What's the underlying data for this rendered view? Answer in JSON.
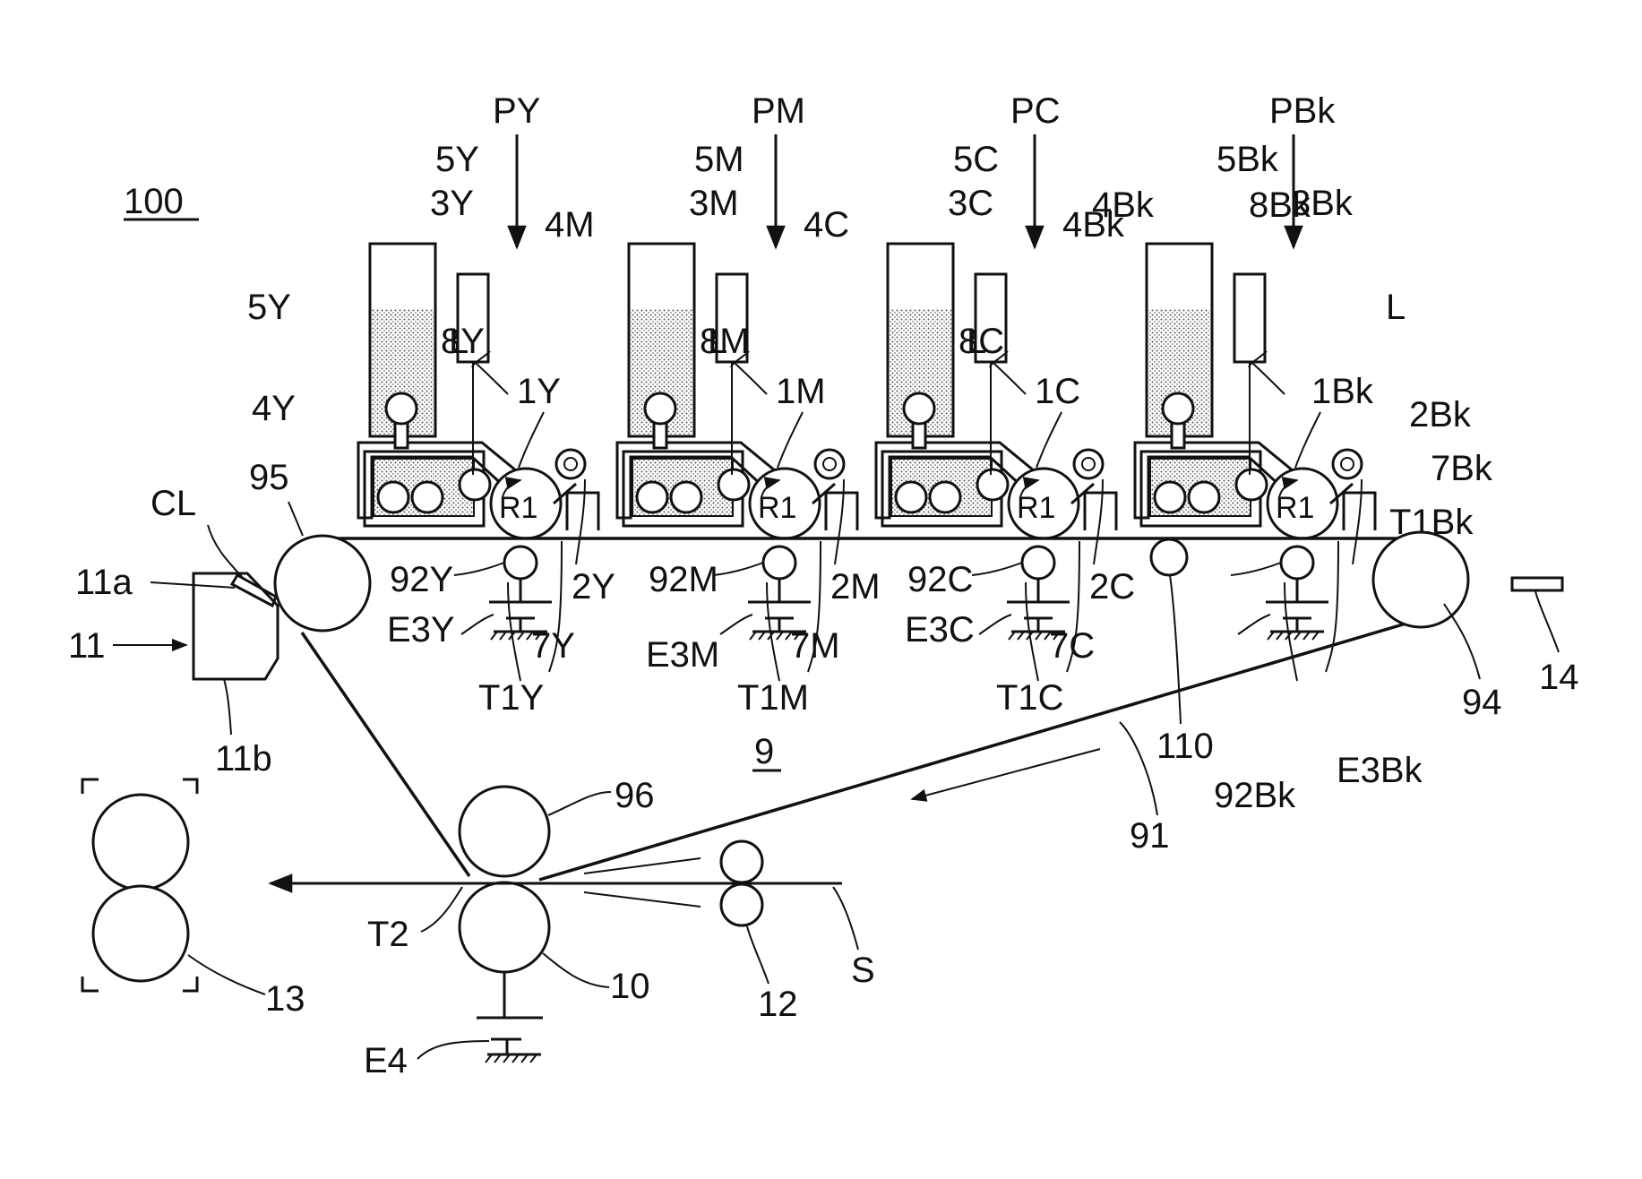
{
  "figure": {
    "reference": "100",
    "belt_unit": "9"
  },
  "stations": [
    {
      "color": "Y",
      "exposure": "PY",
      "light": "L",
      "developer": "4Y",
      "toner_tank": "5Y",
      "cartridge": "8Y",
      "drum": "1Y",
      "charger": "2Y",
      "cleaner": "7Y",
      "drum_mark": "R1",
      "primary_roller": "92Y",
      "ground": "E3Y",
      "nip": "T1Y",
      "scanner": "3Y"
    },
    {
      "color": "M",
      "exposure": "PM",
      "light": "L",
      "developer": "4M",
      "toner_tank": "5M",
      "cartridge": "8M",
      "drum": "1M",
      "charger": "2M",
      "cleaner": "7M",
      "drum_mark": "R1",
      "primary_roller": "92M",
      "ground": "E3M",
      "nip": "T1M",
      "scanner": "3M"
    },
    {
      "color": "C",
      "exposure": "PC",
      "light": "L",
      "developer": "4C",
      "toner_tank": "5C",
      "cartridge": "8C",
      "drum": "1C",
      "charger": "2C",
      "cleaner": "7C",
      "drum_mark": "R1",
      "primary_roller": "92C",
      "ground": "E3C",
      "nip": "T1C",
      "scanner": "3C"
    },
    {
      "color": "Bk",
      "exposure": "PBk",
      "light": "L",
      "developer": "4Bk",
      "toner_tank": "5Bk",
      "cartridge": "8Bk",
      "drum": "1Bk",
      "charger": "2Bk",
      "cleaner": "7Bk",
      "drum_mark": "R1",
      "primary_roller": "92Bk",
      "ground": "E3Bk",
      "nip": "T1Bk",
      "scanner": "3Bk"
    }
  ],
  "labels": {
    "belt_cleaner": "CL",
    "cleaner_blade": "11a",
    "cleaner_unit": "11",
    "cleaner_box": "11b",
    "drive_roller": "95",
    "tension_roller": "94",
    "sensor": "14",
    "belt": "91",
    "idler_roller": "110",
    "backup_roller": "96",
    "secondary_roller": "10",
    "secondary_nip": "T2",
    "secondary_ground": "E4",
    "registration_rollers": "12",
    "sheet": "S",
    "fixing_unit": "13"
  }
}
